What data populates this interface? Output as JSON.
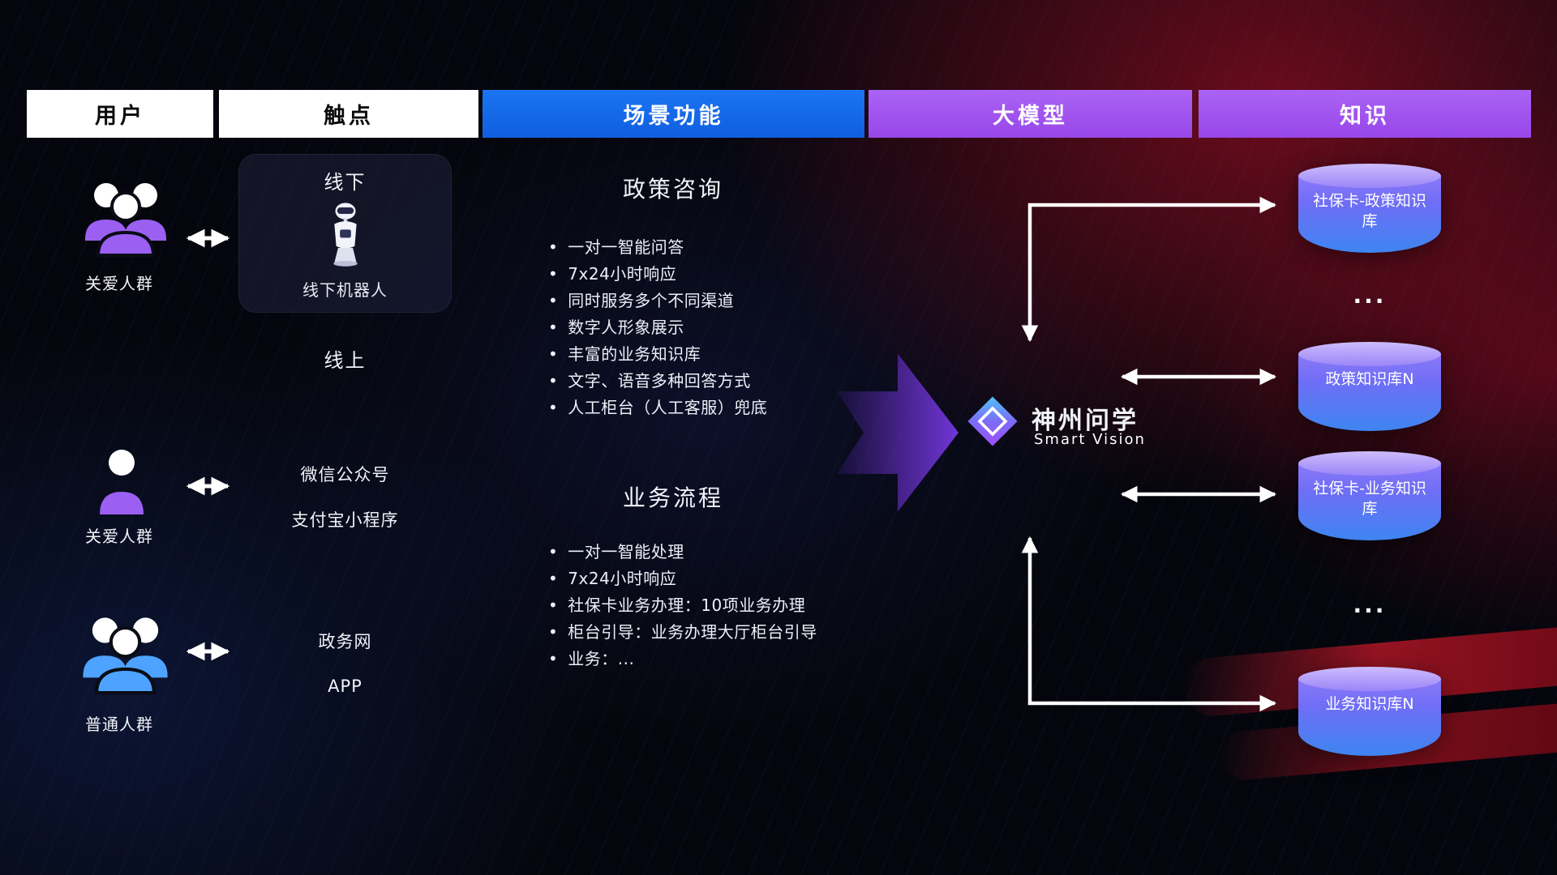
{
  "colors": {
    "tab_users_bg": "#ffffff",
    "tab_touchpoints_bg": "#ffffff",
    "tab_scenarios_bg": "#1569ea",
    "tab_model_bg": "#9f52ee",
    "tab_knowledge_bg": "#9f52ee",
    "database_top": "#b9a2fb",
    "database_bottom": "#3e85f0",
    "flow_arrow": "#7c3aed",
    "people_purple": "#9b5ff2",
    "people_blue": "#4da3ff",
    "connector_white": "#ffffff"
  },
  "header": {
    "tabs": [
      {
        "label": "用户"
      },
      {
        "label": "触点"
      },
      {
        "label": "场景功能"
      },
      {
        "label": "大模型"
      },
      {
        "label": "知识"
      }
    ]
  },
  "users": {
    "groups": [
      {
        "label": "关爱人群"
      },
      {
        "label": "关爱人群"
      },
      {
        "label": "普通人群"
      }
    ]
  },
  "touchpoints": {
    "offline_card": {
      "title": "线下",
      "robot_label": "线下机器人"
    },
    "online_label": "线上",
    "channels": [
      "微信公众号",
      "支付宝小程序",
      "政务网",
      "APP"
    ]
  },
  "scenarios": {
    "policy": {
      "title": "政策咨询",
      "bullets": [
        "一对一智能问答",
        "7x24小时响应",
        "同时服务多个不同渠道",
        "数字人形象展示",
        "丰富的业务知识库",
        "文字、语音多种回答方式",
        "人工柜台（人工客服）兜底"
      ]
    },
    "business": {
      "title": "业务流程",
      "bullets": [
        "一对一智能处理",
        "7x24小时响应",
        "社保卡业务办理：10项业务办理",
        "柜台引导：业务办理大厅柜台引导",
        "业务：..."
      ]
    }
  },
  "logo": {
    "name": "神州问学",
    "subtitle": "Smart Vision"
  },
  "knowledge": {
    "ellipsis": "...",
    "databases": [
      {
        "label": "社保卡-政策知识库"
      },
      {
        "label": "政策知识库N"
      },
      {
        "label": "社保卡-业务知识库"
      },
      {
        "label": "业务知识库N"
      }
    ]
  }
}
